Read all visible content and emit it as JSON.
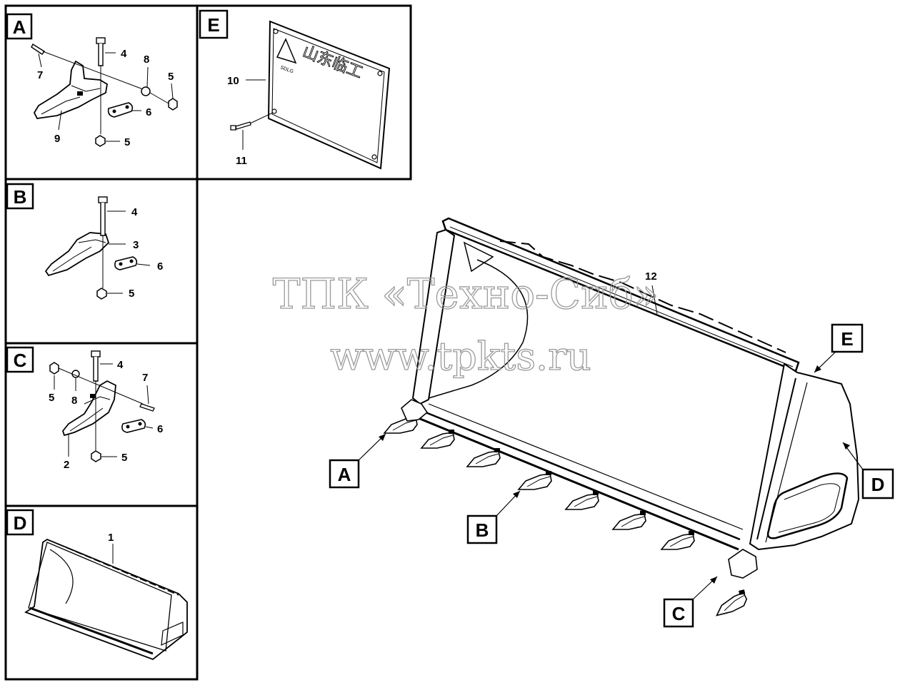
{
  "panels": {
    "a": {
      "letter": "A",
      "parts": [
        "7",
        "4",
        "8",
        "5",
        "6",
        "9",
        "5"
      ]
    },
    "b": {
      "letter": "B",
      "parts": [
        "4",
        "3",
        "6",
        "5"
      ]
    },
    "c": {
      "letter": "C",
      "parts": [
        "5",
        "8",
        "4",
        "7",
        "6",
        "2",
        "5"
      ]
    },
    "d": {
      "letter": "D",
      "parts": [
        "1"
      ]
    },
    "e": {
      "letter": "E",
      "parts": [
        "10",
        "11"
      ]
    }
  },
  "plate": {
    "brand_text": "山东临工",
    "logo_text": "SDLG"
  },
  "main": {
    "part_number": "12",
    "callouts": [
      "A",
      "B",
      "C",
      "D",
      "E"
    ]
  },
  "watermark": {
    "line1": "ТПК «Техно-Сиб»",
    "line2": "www.tpkts.ru"
  },
  "colors": {
    "line": "#000000",
    "label_box_fill": "#ffffff",
    "watermark": "#9a9a9a"
  }
}
